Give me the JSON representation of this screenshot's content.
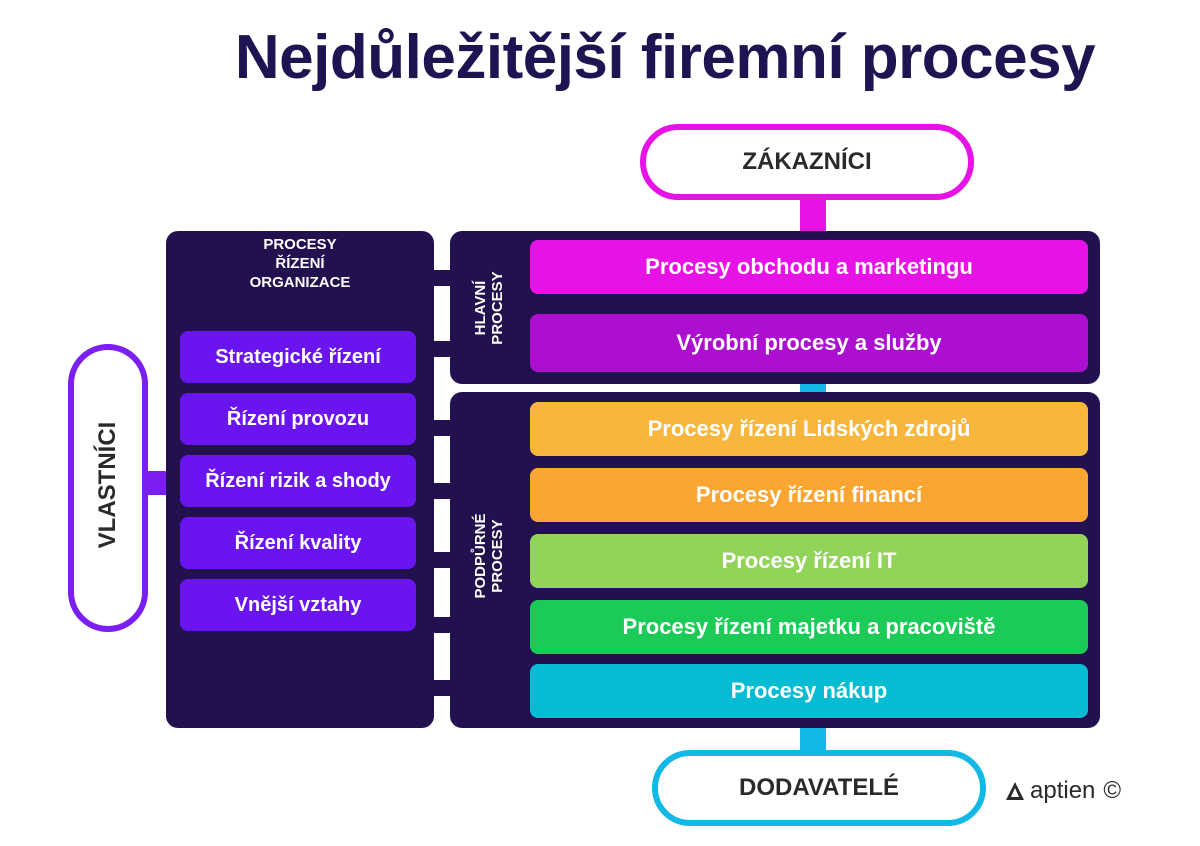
{
  "title": "Nejdůležitější firemní procesy",
  "customers_label": "ZÁKAZNÍCI",
  "suppliers_label": "DODAVATELÉ",
  "owners_label": "VLASTNÍCI",
  "management": {
    "heading": "PROCESY\nŘÍZENÍ\nORGANIZACE",
    "items": [
      "Strategické řízení",
      "Řízení provozu",
      "Řízení rizik a shody",
      "Řízení kvality",
      "Vnější vztahy"
    ]
  },
  "main_processes": {
    "label": "HLAVNÍ\nPROCESY",
    "items": [
      {
        "label": "Procesy obchodu a marketingu",
        "color": "#e612e6"
      },
      {
        "label": "Výrobní procesy a služby",
        "color": "#ad0fd1"
      }
    ]
  },
  "support_processes": {
    "label": "PODPŮRNÉ\nPROCESY",
    "items": [
      {
        "label": "Procesy řízení Lidských zdrojů",
        "color": "#f8b73c"
      },
      {
        "label": "Procesy řízení financí",
        "color": "#fba632"
      },
      {
        "label": "Procesy řízení IT",
        "color": "#92d35a"
      },
      {
        "label": "Procesy řízení majetku a pracoviště",
        "color": "#1ccb57"
      },
      {
        "label": "Procesy nákup",
        "color": "#05bcd3"
      }
    ]
  },
  "colors": {
    "navy": "#22104f",
    "magenta": "#e612e6",
    "cyan": "#12b8e6",
    "violet": "#7a1ff0"
  },
  "logo": {
    "text": "aptien",
    "copyright": "©"
  }
}
